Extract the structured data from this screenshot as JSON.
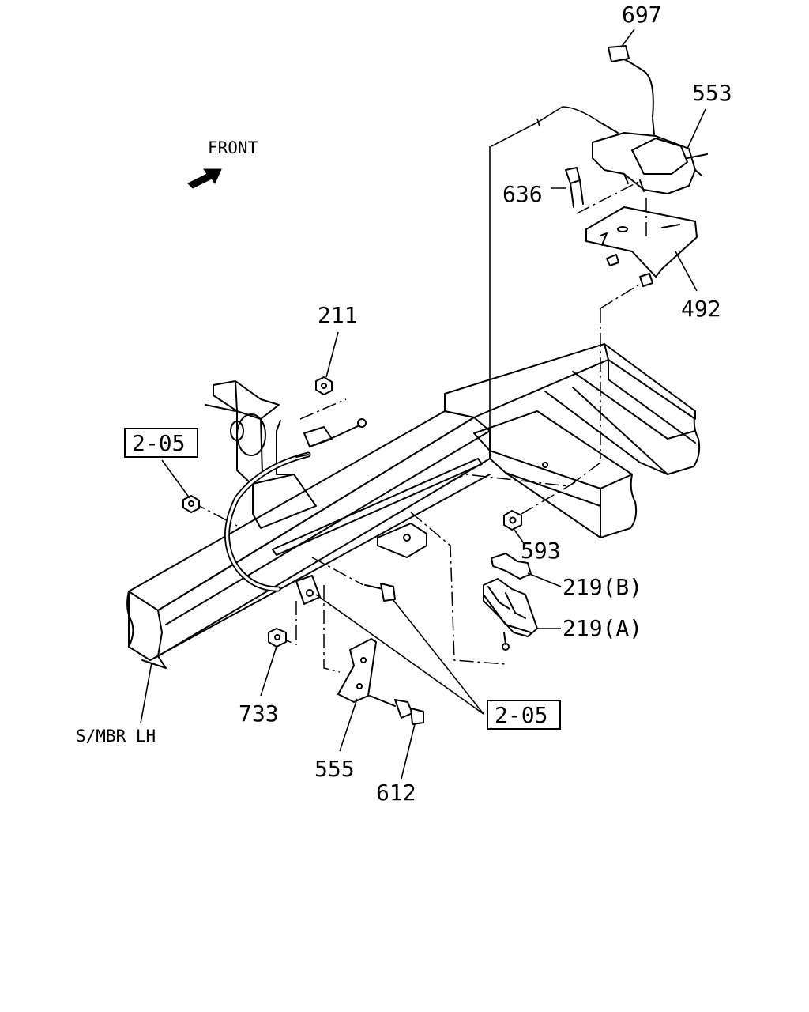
{
  "diagram": {
    "direction_label": "FRONT",
    "frame_label": "S/MBR LH",
    "parts": [
      {
        "id": "p697",
        "number": "697"
      },
      {
        "id": "p553",
        "number": "553"
      },
      {
        "id": "p636",
        "number": "636"
      },
      {
        "id": "p492",
        "number": "492"
      },
      {
        "id": "p211",
        "number": "211"
      },
      {
        "id": "p593",
        "number": "593"
      },
      {
        "id": "p219b",
        "number": "219(B)"
      },
      {
        "id": "p219a",
        "number": "219(A)"
      },
      {
        "id": "p733",
        "number": "733"
      },
      {
        "id": "p555",
        "number": "555"
      },
      {
        "id": "p612",
        "number": "612"
      }
    ],
    "references": [
      {
        "id": "ref-left",
        "text": "2-05"
      },
      {
        "id": "ref-bottom",
        "text": "2-05"
      }
    ]
  }
}
